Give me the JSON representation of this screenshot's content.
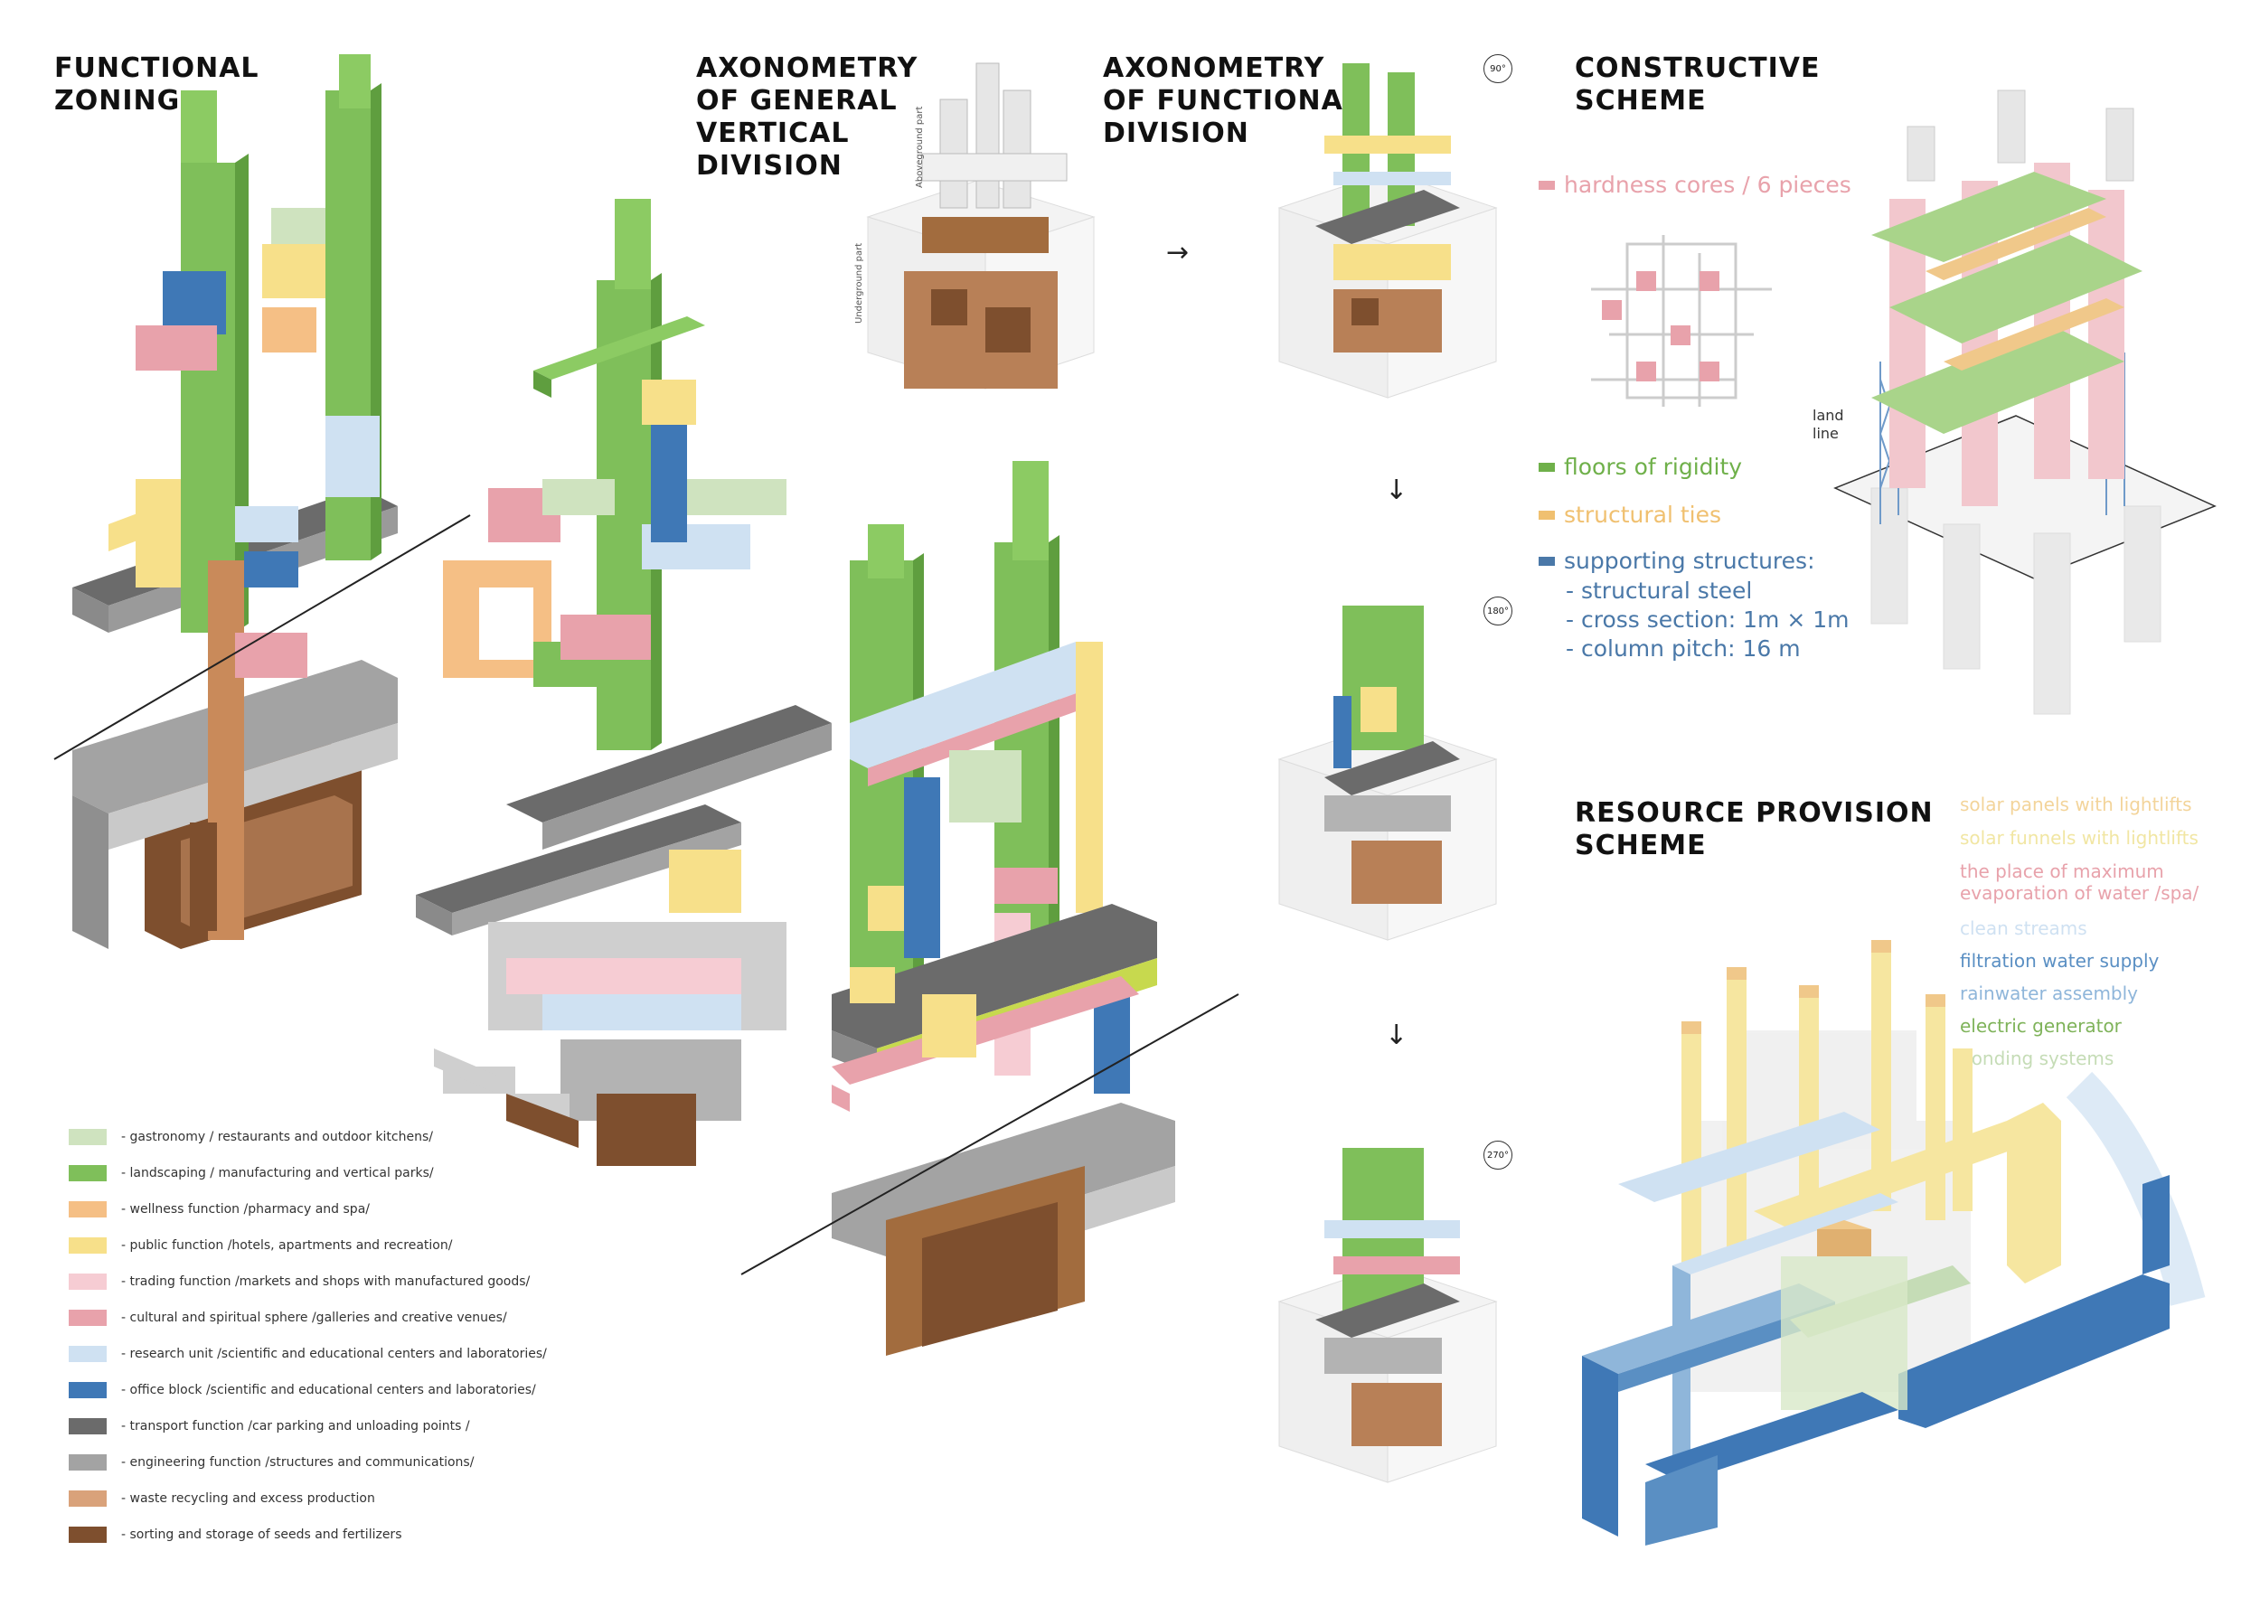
{
  "headings": {
    "functional_zoning": "FUNCTIONAL\nZONING",
    "axonometry_general": "AXONOMETRY\nOF GENERAL\nVERTICAL\nDIVISION",
    "axonometry_functional": "AXONOMETRY\nOF FUNCTIONAL\nDIVISION",
    "constructive_scheme": "CONSTRUCTIVE\nSCHEME",
    "resource_provision": "RESOURCE PROVISION\nSCHEME"
  },
  "cube_labels": {
    "aboveground": "Aboveground part",
    "underground": "Underground part"
  },
  "rotation_labels": [
    "90°",
    "180°",
    "270°"
  ],
  "arrows": {
    "right": "→",
    "down": "↓"
  },
  "legend": [
    {
      "text": "-  gastronomy / restaurants and outdoor kitchens/",
      "color": "#cfe3bf"
    },
    {
      "text": "-  landscaping / manufacturing and vertical parks/",
      "color": "#7fbf5a"
    },
    {
      "text": "-  wellness function /pharmacy and spa/",
      "color": "#f5bf85"
    },
    {
      "text": "-  public function /hotels, apartments and recreation/",
      "color": "#f7e08a"
    },
    {
      "text": "-  trading function /markets and shops with manufactured goods/",
      "color": "#f6ccd3"
    },
    {
      "text": "-  cultural and spiritual sphere /galleries and creative venues/",
      "color": "#e8a2ab"
    },
    {
      "text": "-  research unit /scientific and educational centers and laboratories/",
      "color": "#cfe1f2"
    },
    {
      "text": "-  office block /scientific and educational centers and laboratories/",
      "color": "#3f78b6"
    },
    {
      "text": "-  transport function /car parking and unloading points /",
      "color": "#6b6b6b"
    },
    {
      "text": "-  engineering function /structures and communications/",
      "color": "#a3a3a3"
    },
    {
      "text": "-  waste recycling and excess production",
      "color": "#d9a27a"
    },
    {
      "text": "-  sorting and storage of seeds and fertilizers",
      "color": "#7e4f2e"
    }
  ],
  "constructive": {
    "hardness_cores": {
      "text": "hardness cores / 6 pieces",
      "color": "#e8a2ab"
    },
    "floors": {
      "text": "floors of rigidity",
      "color": "#6fb04a"
    },
    "ties": {
      "text": "structural ties",
      "color": "#f0c070"
    },
    "supporting": {
      "text": "supporting structures:",
      "color": "#4a78a8"
    },
    "sub_items": [
      "- structural steel",
      "- cross section: 1m × 1m",
      "- column pitch: 16 m"
    ],
    "land_line": "land\nline"
  },
  "resource_legend": [
    {
      "text": "solar panels with lightlifts",
      "color": "#f3d49a"
    },
    {
      "text": "solar funnels with lightlifts",
      "color": "#f1e6a3"
    },
    {
      "text": "the place of maximum\nevaporation of water /spa/",
      "color": "#e8a2ab"
    },
    {
      "text": "clean streams",
      "color": "#cfe1f2"
    },
    {
      "text": "filtration water supply",
      "color": "#5a8fc3"
    },
    {
      "text": "rainwater assembly",
      "color": "#8fb6da"
    },
    {
      "text": "electric generator",
      "color": "#7fb35a"
    },
    {
      "text": "bonding systems",
      "color": "#c5dcb6"
    }
  ]
}
